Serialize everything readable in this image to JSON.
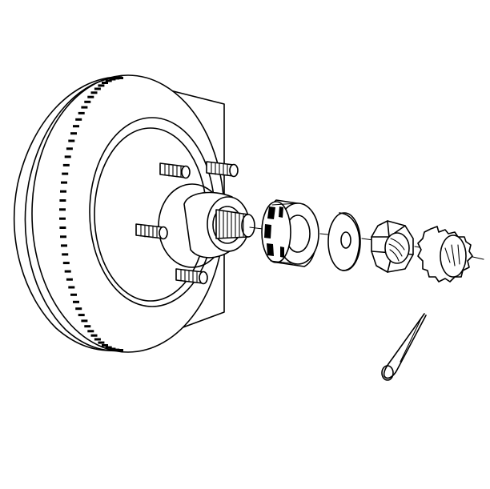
{
  "diagram": {
    "subject": "hub-and-rotor-exploded-assembly",
    "parts": [
      {
        "id": "rotor",
        "icon": "brake-rotor-icon"
      },
      {
        "id": "wheel-studs",
        "icon": "wheel-stud-icon"
      },
      {
        "id": "hub-spindle",
        "icon": "spindle-icon"
      },
      {
        "id": "outer-bearing",
        "icon": "roller-bearing-icon"
      },
      {
        "id": "washer",
        "icon": "washer-icon"
      },
      {
        "id": "spindle-nut",
        "icon": "hex-nut-icon"
      },
      {
        "id": "nut-retainer",
        "icon": "castellated-retainer-icon"
      },
      {
        "id": "cotter-pin",
        "icon": "cotter-pin-icon"
      }
    ],
    "line_color": "#000000",
    "background": "#ffffff"
  }
}
